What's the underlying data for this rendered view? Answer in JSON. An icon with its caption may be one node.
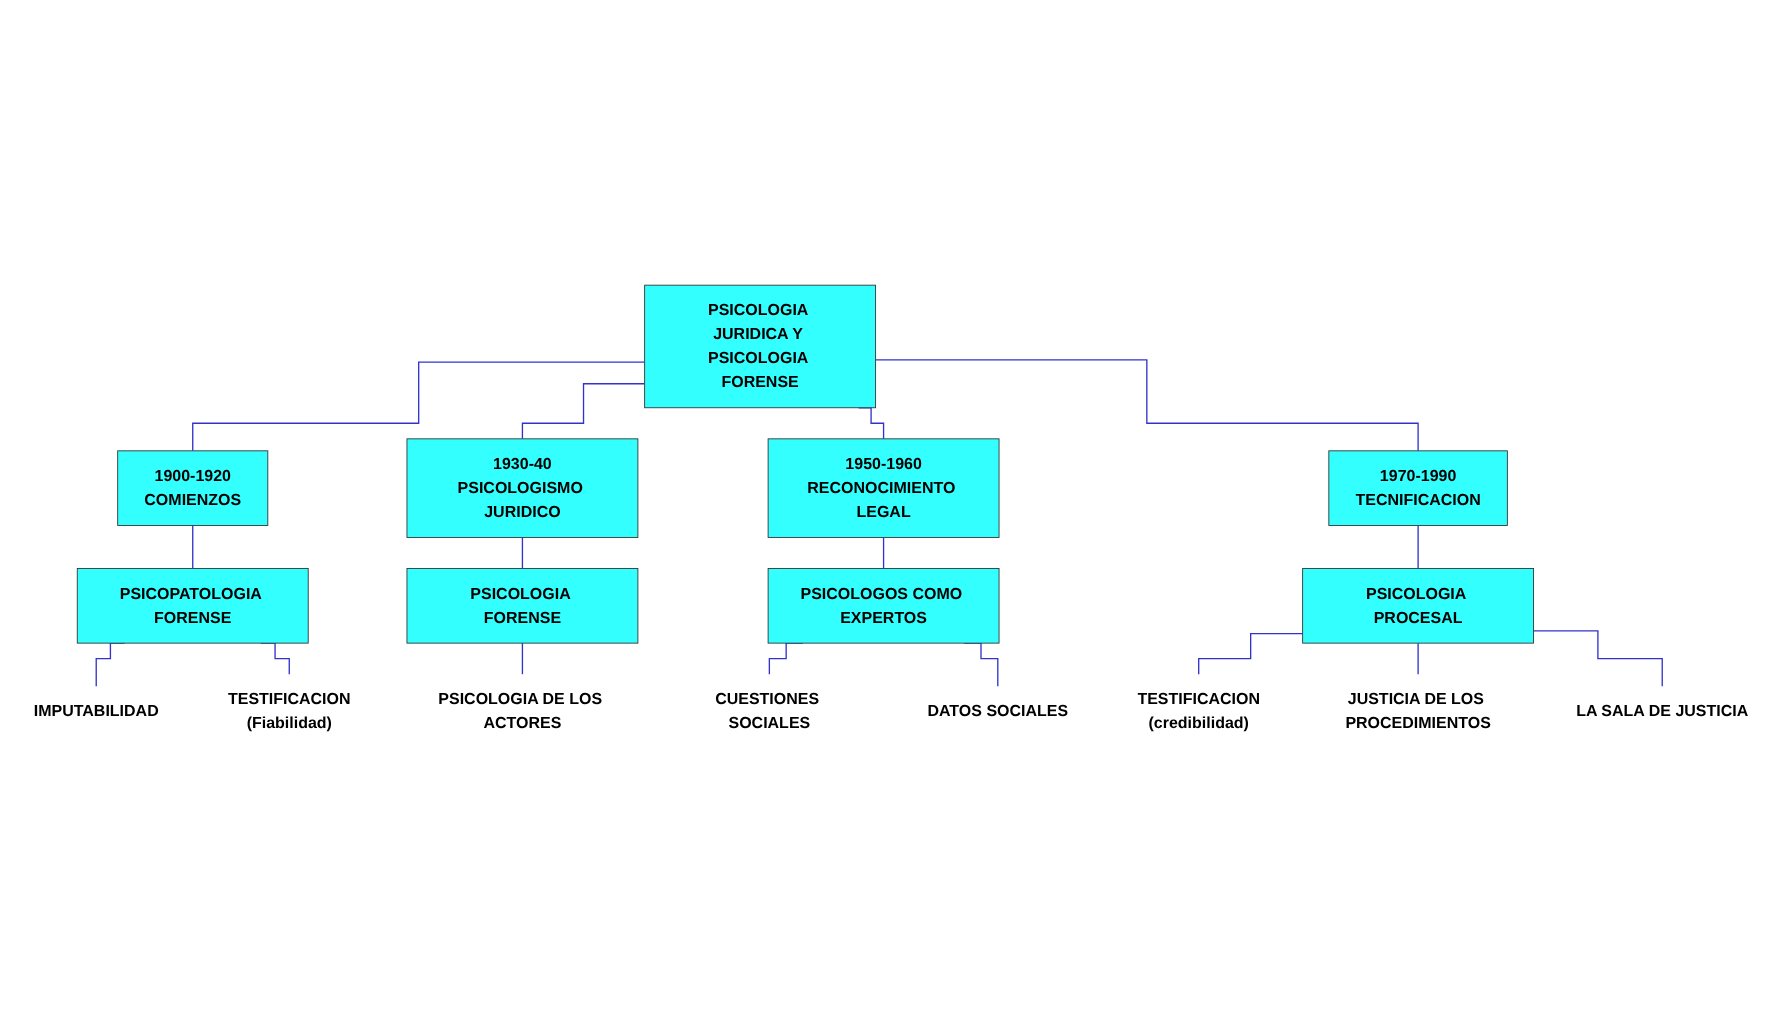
{
  "diagram": {
    "nodes": [
      {
        "text": [
          "PSICOLOGIA JURIDICA Y PSICOLOGIA FORENSE"
        ]
      },
      {
        "text": [
          "1900-1920",
          "COMIENZOS"
        ]
      },
      {
        "text": [
          "1930-40",
          "PSICOLOGISMO JURIDICO"
        ]
      },
      {
        "text": [
          "1950-1960",
          "RECONOCIMIENTO LEGAL"
        ]
      },
      {
        "text": [
          "1970-1990",
          "TECNIFICACION"
        ]
      },
      {
        "text": [
          "PSICOPATOLOGIA FORENSE"
        ]
      },
      {
        "text": [
          "PSICOLOGIA FORENSE"
        ]
      },
      {
        "text": [
          "PSICOLOGOS COMO EXPERTOS"
        ]
      },
      {
        "text": [
          "PSICOLOGIA PROCESAL"
        ]
      },
      {
        "text": [
          "IMPUTABILIDAD"
        ]
      },
      {
        "text": [
          "TESTIFICACION",
          "(Fiabilidad)"
        ]
      },
      {
        "text": [
          "PSICOLOGIA DE LOS ACTORES"
        ]
      },
      {
        "text": [
          "CUESTIONES SOCIALES"
        ]
      },
      {
        "text": [
          "DATOS SOCIALES"
        ]
      },
      {
        "text": [
          "TESTIFICACION",
          "(credibilidad)"
        ]
      },
      {
        "text": [
          "JUSTICIA DE LOS PROCEDIMIENTOS"
        ]
      },
      {
        "text": [
          "LA SALA DE JUSTICIA"
        ]
      }
    ],
    "edges": [
      {
        "from": 0,
        "to": 1,
        "arrow": "none"
      },
      {
        "from": 0,
        "to": 2,
        "arrow": "none"
      },
      {
        "from": 0,
        "to": 3,
        "arrow": "none"
      },
      {
        "from": 0,
        "to": 4,
        "arrow": "none"
      },
      {
        "from": 1,
        "to": 5,
        "arrow": "none"
      },
      {
        "from": 2,
        "to": 6,
        "arrow": "none"
      },
      {
        "from": 3,
        "to": 7,
        "arrow": "none"
      },
      {
        "from": 4,
        "to": 8,
        "arrow": "none"
      },
      {
        "from": 5,
        "to": 9,
        "arrow": "none"
      },
      {
        "from": 5,
        "to": 10,
        "arrow": "none"
      },
      {
        "from": 6,
        "to": 11,
        "arrow": "none"
      },
      {
        "from": 7,
        "to": 12,
        "arrow": "none"
      },
      {
        "from": 7,
        "to": 13,
        "arrow": "none"
      },
      {
        "from": 8,
        "to": 14,
        "arrow": "none"
      },
      {
        "from": 8,
        "to": 15,
        "arrow": "none"
      },
      {
        "from": 8,
        "to": 16,
        "arrow": "none"
      }
    ]
  }
}
